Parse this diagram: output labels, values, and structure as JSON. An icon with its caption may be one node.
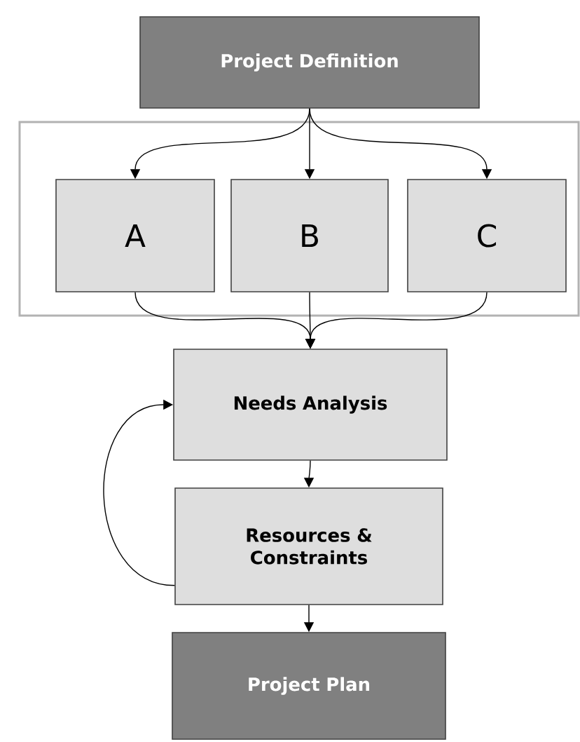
{
  "diagram": {
    "nodes": [
      {
        "text": [
          "Project Definition"
        ]
      },
      {
        "text": [],
        "shape": "box"
      },
      {
        "text": [
          "A"
        ],
        "in": 1
      },
      {
        "text": [
          "B"
        ],
        "in": 1
      },
      {
        "text": [
          "C"
        ],
        "in": 1
      },
      {
        "text": [
          "Needs Analysis"
        ]
      },
      {
        "text": [
          "Resources & Constraints"
        ]
      },
      {
        "text": [
          "Project Plan"
        ]
      }
    ],
    "edges": [
      {
        "from": 0,
        "to": 2,
        "arrow": "to"
      },
      {
        "from": 0,
        "to": 3,
        "arrow": "to"
      },
      {
        "from": 0,
        "to": 4,
        "arrow": "to"
      },
      {
        "from": 2,
        "to": 5,
        "arrow": "to"
      },
      {
        "from": 3,
        "to": 5,
        "arrow": "to"
      },
      {
        "from": 4,
        "to": 5,
        "arrow": "to"
      },
      {
        "from": 5,
        "to": 6,
        "arrow": "to"
      },
      {
        "from": 6,
        "to": 5,
        "arrow": "to"
      },
      {
        "from": 6,
        "to": 7,
        "arrow": "to"
      }
    ]
  }
}
